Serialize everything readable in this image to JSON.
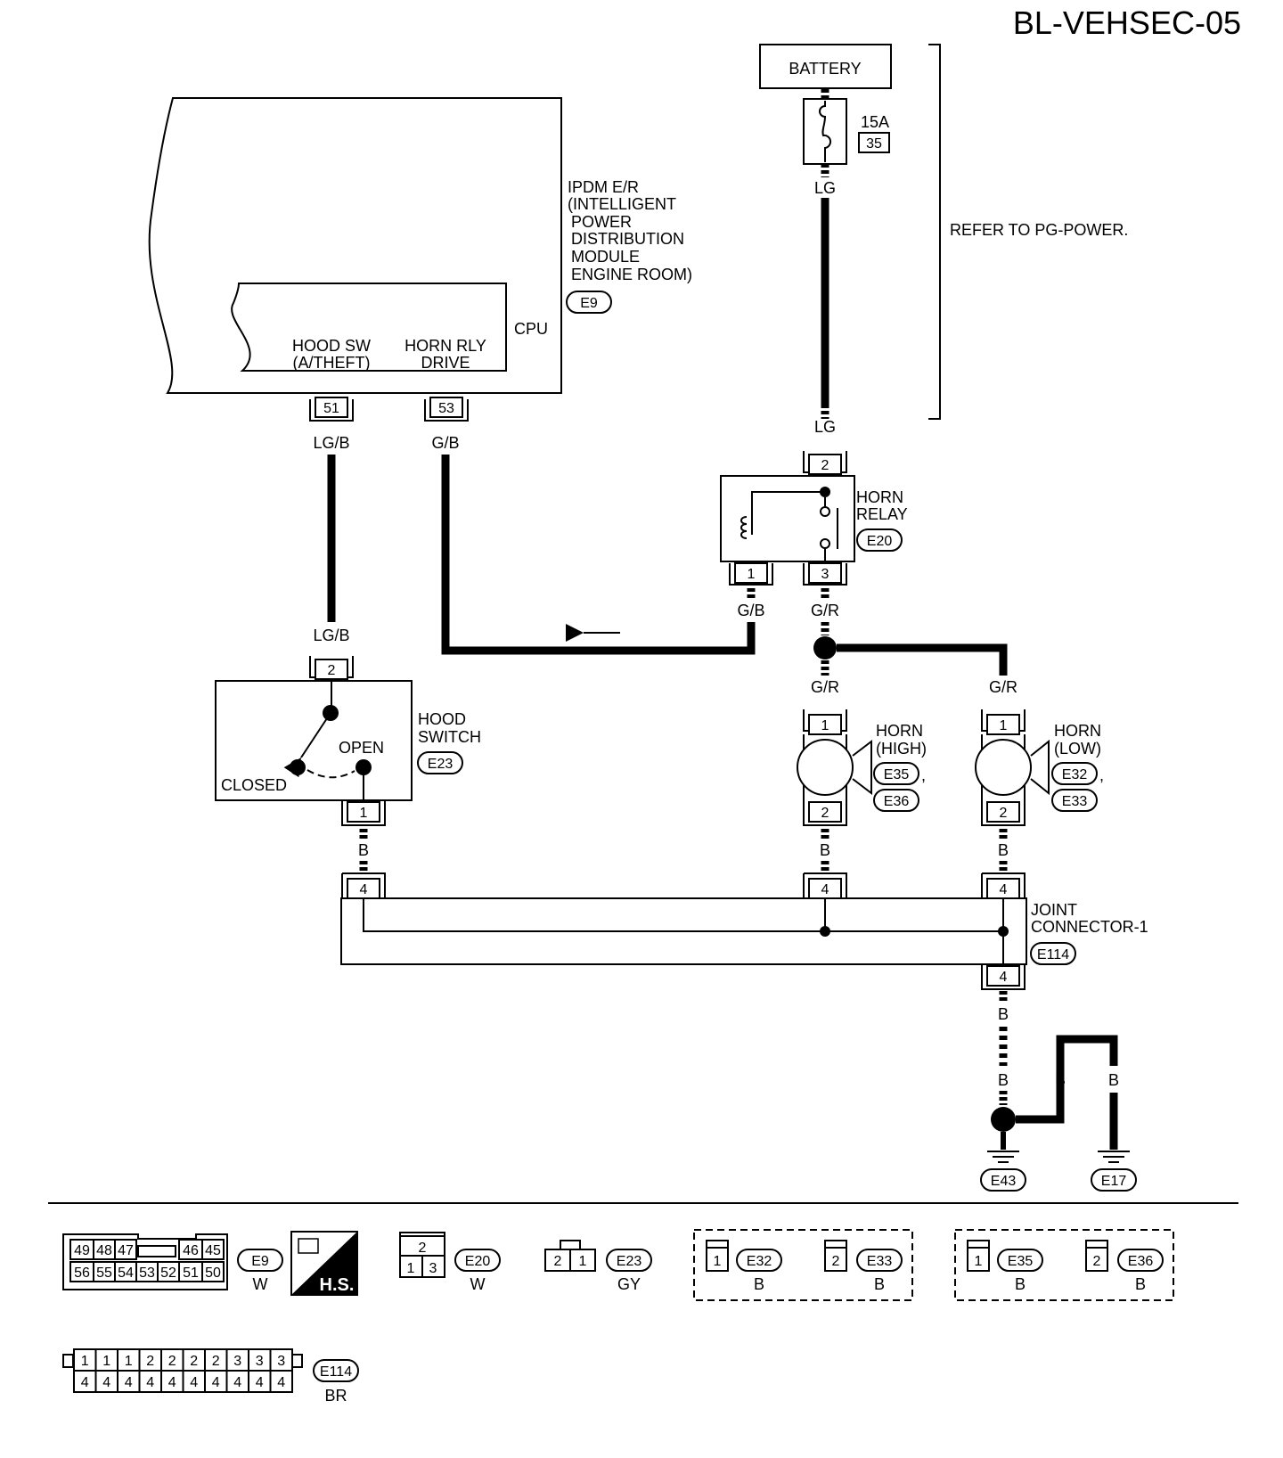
{
  "page_code": "BL-VEHSEC-05",
  "battery": {
    "label": "BATTERY",
    "fuse_amps": "15A",
    "fuse_no": "35"
  },
  "refer_note": "REFER TO PG-POWER.",
  "ipdm": {
    "name_lines": [
      "IPDM E/R",
      "(INTELLIGENT",
      " POWER",
      " DISTRIBUTION",
      " MODULE",
      " ENGINE ROOM)"
    ],
    "connector": "E9",
    "cpu_label": "CPU",
    "hood_sw_lines": [
      "HOOD SW",
      "(A/THEFT)"
    ],
    "horn_rly_lines": [
      "HORN RLY",
      "DRIVE"
    ],
    "pin_hood": "51",
    "pin_horn": "53"
  },
  "horn_relay": {
    "name_lines": [
      "HORN",
      "RELAY"
    ],
    "connector": "E20",
    "pin_in": "2",
    "pin_coil": "1",
    "pin_out": "3"
  },
  "hood_switch": {
    "name_lines": [
      "HOOD",
      "SWITCH"
    ],
    "connector": "E23",
    "open_label": "OPEN",
    "closed_label": "CLOSED",
    "pin_top": "2",
    "pin_bottom": "1"
  },
  "horn_high": {
    "name_lines": [
      "HORN",
      "(HIGH)"
    ],
    "connectors": [
      "E35",
      "E36"
    ],
    "pin_top": "1",
    "pin_bottom": "2"
  },
  "horn_low": {
    "name_lines": [
      "HORN",
      "(LOW)"
    ],
    "connectors": [
      "E32",
      "E33"
    ],
    "pin_top": "1",
    "pin_bottom": "2"
  },
  "joint_connector": {
    "name_lines": [
      "JOINT",
      "CONNECTOR-1"
    ],
    "connector": "E114",
    "pin": "4"
  },
  "wire_colors": {
    "lg": "LG",
    "lgb": "LG/B",
    "gb": "G/B",
    "gr": "G/R",
    "b": "B"
  },
  "grounds": [
    "E43",
    "E17"
  ],
  "connector_views": {
    "e9": {
      "top_left": [
        "49",
        "48",
        "47"
      ],
      "top_right": [
        "46",
        "45"
      ],
      "bottom": [
        "56",
        "55",
        "54",
        "53",
        "52",
        "51",
        "50"
      ],
      "id": "E9",
      "color": "W",
      "hs_label": "H.S."
    },
    "e20": {
      "top": "2",
      "bottom": [
        "1",
        "3"
      ],
      "id": "E20",
      "color": "W"
    },
    "e23": {
      "pins": [
        "2",
        "1"
      ],
      "id": "E23",
      "color": "GY"
    },
    "e32": {
      "pin": "1",
      "id": "E32",
      "color": "B"
    },
    "e33": {
      "pin": "2",
      "id": "E33",
      "color": "B"
    },
    "e35": {
      "pin": "1",
      "id": "E35",
      "color": "B"
    },
    "e36": {
      "pin": "2",
      "id": "E36",
      "color": "B"
    },
    "e114": {
      "top": [
        "1",
        "1",
        "1",
        "2",
        "2",
        "2",
        "2",
        "3",
        "3",
        "3"
      ],
      "bottom": [
        "4",
        "4",
        "4",
        "4",
        "4",
        "4",
        "4",
        "4",
        "4",
        "4"
      ],
      "id": "E114",
      "color": "BR"
    }
  }
}
